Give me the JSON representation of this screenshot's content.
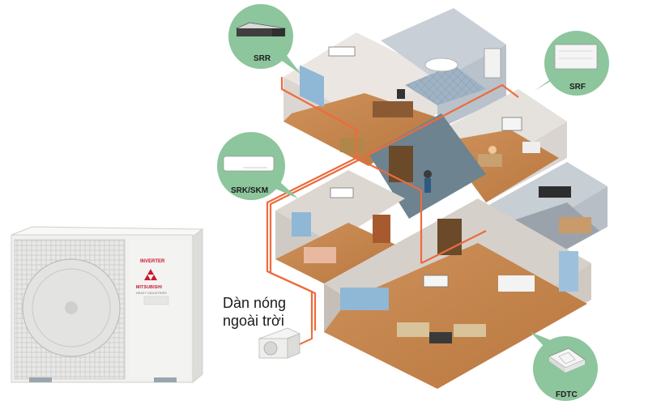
{
  "labels": {
    "outdoor_line1": "Dàn nóng",
    "outdoor_line2": "ngoài trời",
    "unit_badge": "INVERTER",
    "brand_name": "MITSUBISHI",
    "brand_sub": "HEAVY INDUSTRIES"
  },
  "bubbles": [
    {
      "id": "srr",
      "label": "SRR"
    },
    {
      "id": "srf",
      "label": "SRF"
    },
    {
      "id": "srk",
      "label": "SRK/SKM"
    },
    {
      "id": "fdtc",
      "label": "FDTC"
    }
  ],
  "colors": {
    "bubble": "#8dc59c",
    "pipe": "#ee6b3b",
    "floor_wood": "#c98a4f",
    "wall": "#d9d9d9",
    "outdoor_unit": "#f1f1ef"
  }
}
